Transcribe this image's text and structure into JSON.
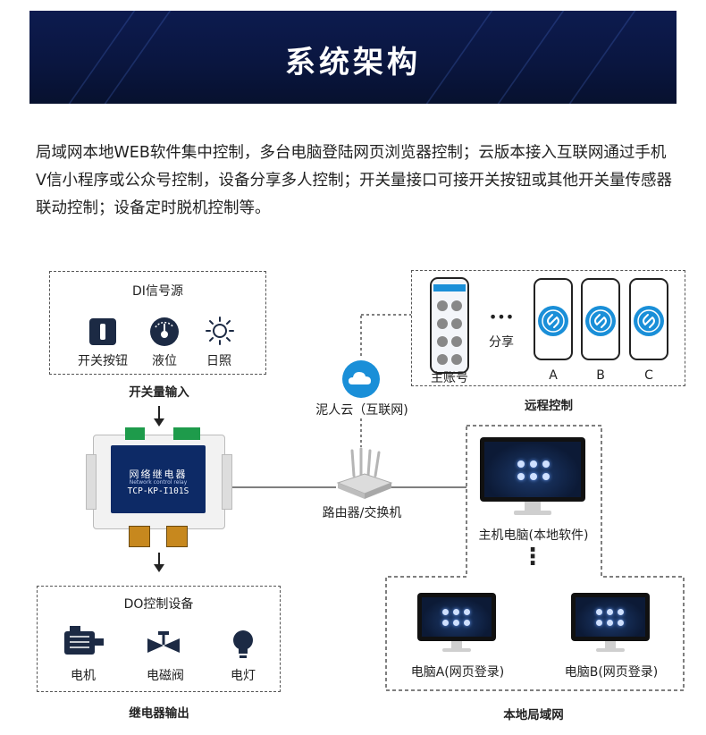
{
  "header": {
    "title": "系统架构"
  },
  "description": "局域网本地WEB软件集中控制，多台电脑登陆网页浏览器控制；云版本接入互联网通过手机V信小程序或公众号控制，设备分享多人控制；开关量接口可接开关按钮或其他开关量传感器联动控制；设备定时脱机控制等。",
  "di_box": {
    "title": "DI信号源",
    "items": [
      "开关按钮",
      "液位",
      "日照"
    ],
    "caption": "开关量输入"
  },
  "do_box": {
    "title": "DO控制设备",
    "items": [
      "电机",
      "电磁阀",
      "电灯"
    ],
    "caption": "继电器输出"
  },
  "relay": {
    "name_cn": "网络继电器",
    "name_en": "Network control relay",
    "model": "TCP-KP-I101S"
  },
  "cloud": {
    "label": "泥人云（互联网)"
  },
  "router": {
    "label": "路由器/交换机"
  },
  "remote": {
    "main_phone": "主账号",
    "share": "分享",
    "ellipsis": "•••",
    "phones": [
      "A",
      "B",
      "C"
    ],
    "caption": "远程控制"
  },
  "lan": {
    "host": "主机电脑(本地软件)",
    "vdots": "⋮",
    "pc_a": "电脑A(网页登录)",
    "pc_b": "电脑B(网页登录)",
    "caption": "本地局域网"
  },
  "colors": {
    "accent": "#1a8fd8",
    "banner": "#0d1b4f"
  }
}
